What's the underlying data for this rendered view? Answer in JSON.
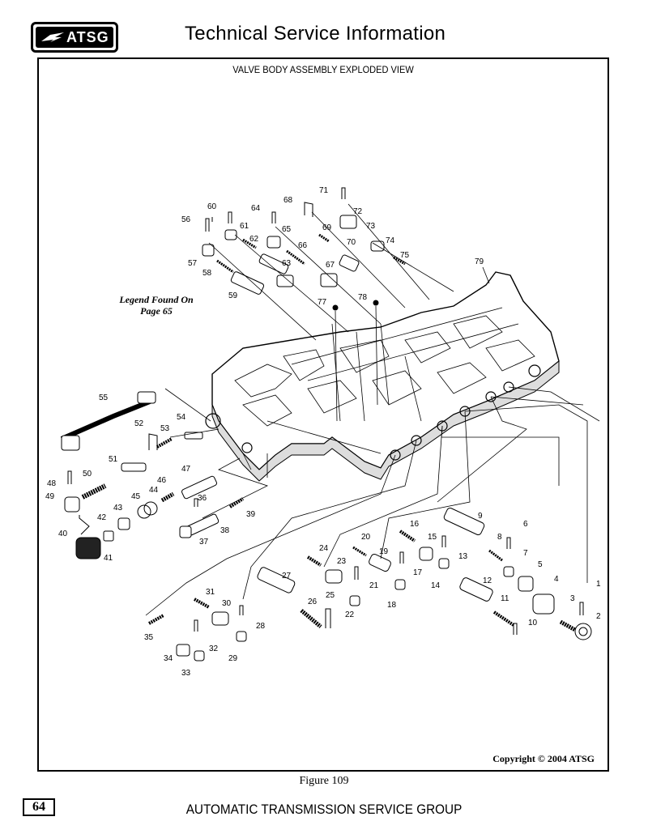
{
  "header": {
    "logo_text": "ATSG",
    "title": "Technical Service Information"
  },
  "diagram": {
    "title": "VALVE BODY ASSEMBLY EXPLODED VIEW",
    "legend_line1": "Legend Found On",
    "legend_line2": "Page 65",
    "copyright": "Copyright © 2004 ATSG",
    "part_labels": [
      "1",
      "2",
      "3",
      "4",
      "5",
      "6",
      "7",
      "8",
      "9",
      "10",
      "11",
      "12",
      "13",
      "14",
      "15",
      "16",
      "17",
      "18",
      "19",
      "20",
      "21",
      "22",
      "23",
      "24",
      "25",
      "26",
      "27",
      "28",
      "29",
      "30",
      "31",
      "32",
      "33",
      "34",
      "35",
      "36",
      "37",
      "38",
      "39",
      "40",
      "41",
      "42",
      "43",
      "44",
      "45",
      "46",
      "47",
      "48",
      "49",
      "50",
      "51",
      "52",
      "53",
      "54",
      "55",
      "56",
      "57",
      "58",
      "59",
      "60",
      "61",
      "62",
      "63",
      "64",
      "65",
      "66",
      "67",
      "68",
      "69",
      "70",
      "71",
      "72",
      "73",
      "74",
      "75",
      "77",
      "78",
      "79"
    ]
  },
  "caption": "Figure 109",
  "footer": {
    "page_number": "64",
    "company": "AUTOMATIC TRANSMISSION SERVICE GROUP"
  }
}
